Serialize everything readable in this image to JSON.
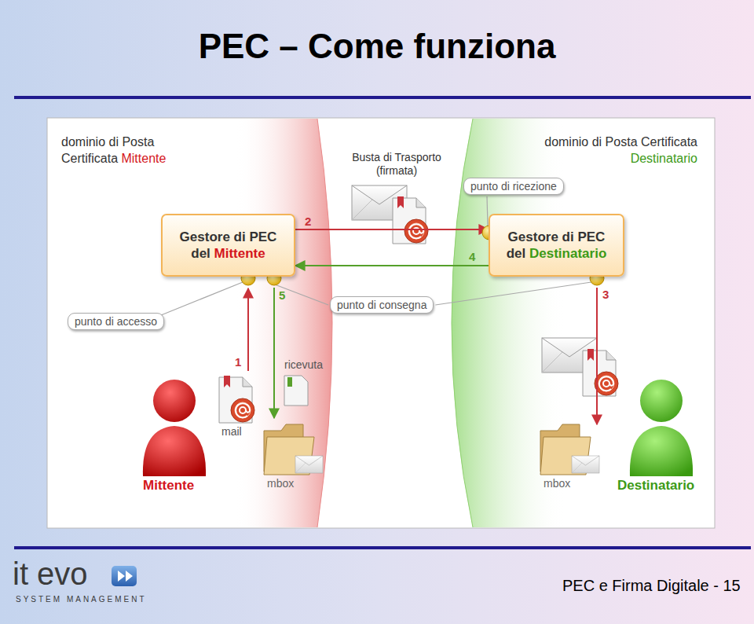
{
  "diagram": {
    "title": "PEC – Come funziona",
    "nodes": [
      {
        "text": [
          "Gestore di PEC del Mittente"
        ]
      },
      {
        "text": [
          "Gestore di PEC del Destinatario"
        ]
      },
      {
        "text": [
          "punto di accesso"
        ]
      },
      {
        "text": [
          "punto di consegna"
        ]
      },
      {
        "text": [
          "punto di ricezione"
        ]
      }
    ],
    "edges": [
      {
        "from": 0,
        "to": 1,
        "arrow": "to",
        "label": "2"
      },
      {
        "from": 1,
        "to": 0,
        "arrow": "to",
        "label": "4"
      }
    ],
    "labels": [
      "dominio di Posta Certificata Mittente",
      "dominio di Posta Certificata Destinatario",
      "Busta di Trasporto (firmata)",
      "1",
      "3",
      "5",
      "mail",
      "ricevuta",
      "mbox",
      "mbox",
      "Mittente",
      "Destinatario",
      "it evo",
      "SYSTEM MANAGEMENT",
      "PEC e Firma Digitale - 15"
    ]
  }
}
